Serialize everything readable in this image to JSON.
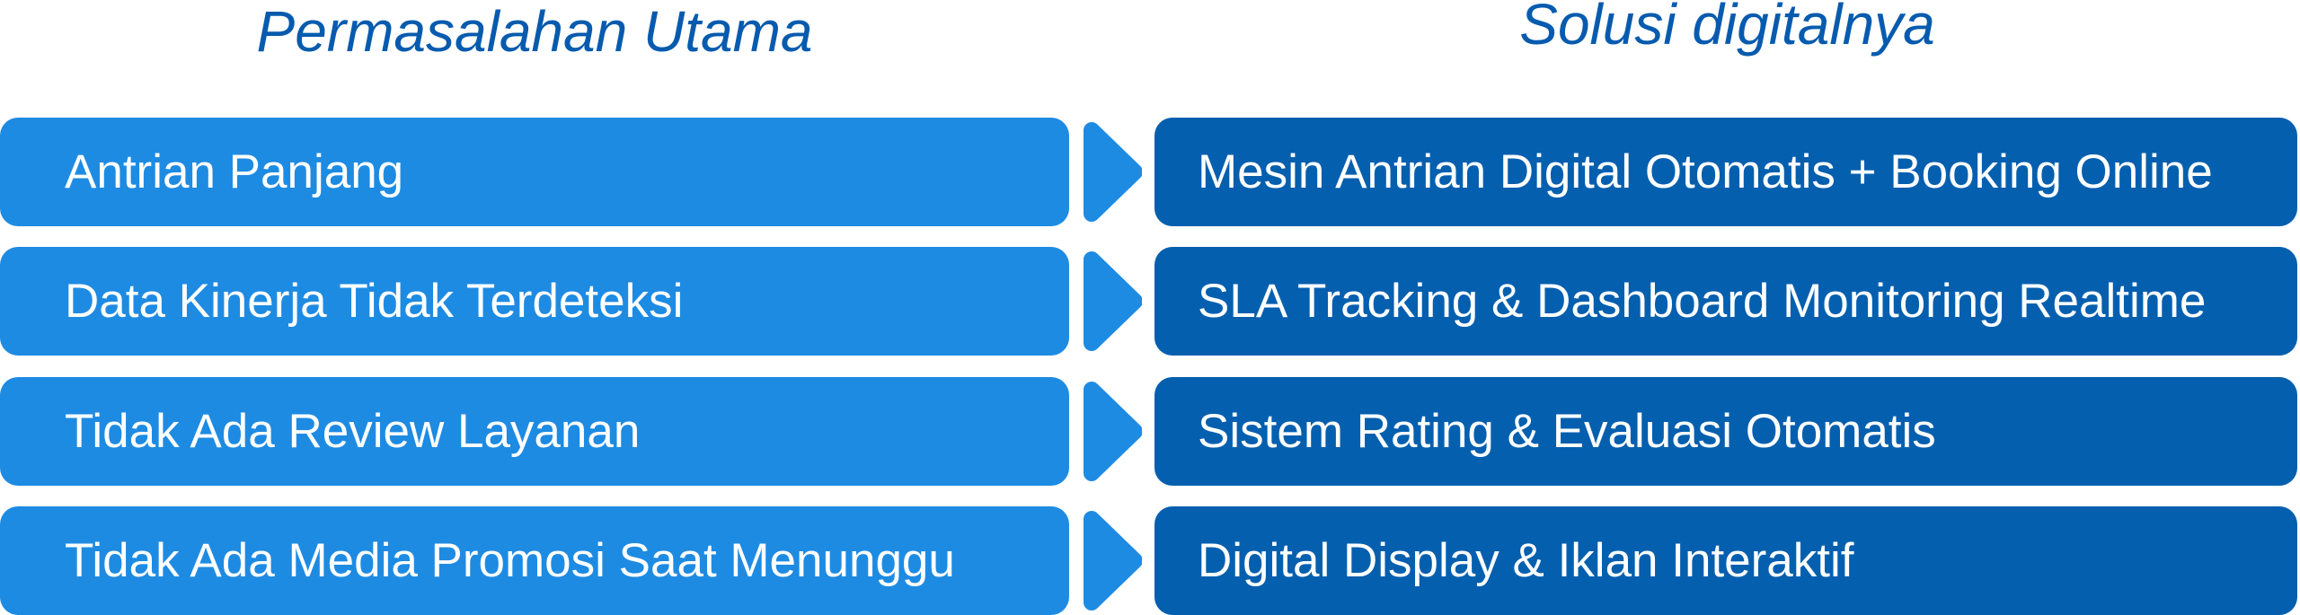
{
  "headers": {
    "problems": "Permasalahan Utama",
    "solutions": "Solusi digitalnya"
  },
  "colors": {
    "title": "#075BAE",
    "problem_box": "#1E8BE3",
    "solution_box": "#055FAF",
    "arrow": "#1E8BE3"
  },
  "rows": [
    {
      "problem": "Antrian Panjang",
      "solution": "Mesin Antrian Digital Otomatis + Booking Online",
      "icon": "arrow-right-icon"
    },
    {
      "problem": "Data Kinerja Tidak Terdeteksi",
      "solution": "SLA Tracking & Dashboard Monitoring Realtime",
      "icon": "arrow-right-icon"
    },
    {
      "problem": "Tidak Ada Review Layanan",
      "solution": "Sistem Rating & Evaluasi Otomatis",
      "icon": "arrow-right-icon"
    },
    {
      "problem": "Tidak Ada Media Promosi Saat Menunggu",
      "solution": "Digital Display & Iklan Interaktif",
      "icon": "arrow-right-icon"
    }
  ]
}
